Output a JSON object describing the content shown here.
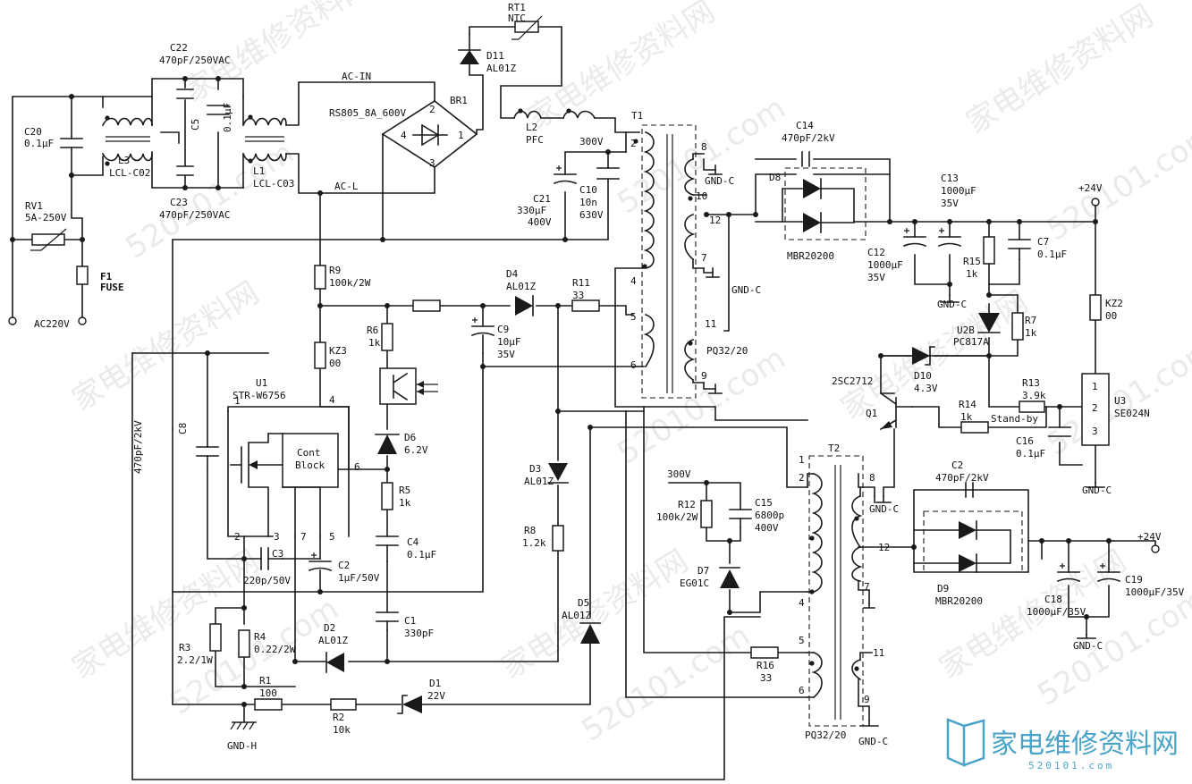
{
  "watermark": "家电维修资料网",
  "watermark_url": "520101.com",
  "brand": {
    "name": "家电维修资料网",
    "url": "520101.com",
    "accent_color": "#4aa3c8"
  },
  "labels": {
    "c20": "C20",
    "c20_val": "0.1μF",
    "c22": "C22",
    "c22_val": "470pF/250VAC",
    "c5": "C5",
    "c5_val": "0.1μF",
    "l3": "L3",
    "l3_val": "LCL-C02",
    "l1": "L1",
    "l1_val": "LCL-C03",
    "c23": "C23",
    "c23_val": "470pF/250VAC",
    "rv1": "RV1",
    "rv1_val": "5A-250V",
    "f1": "F1",
    "f1_val": "FUSE",
    "ac220v": "AC220V",
    "ac_in": "AC-IN",
    "ac_l": "AC-L",
    "br1": "BR1",
    "br1_val": "RS805_8A_600V",
    "br_pin1": "1",
    "br_pin2": "2",
    "br_pin3": "3",
    "br_pin4": "4",
    "rt1": "RT1",
    "rt1_val": "NTC",
    "d11": "D11",
    "d11_val": "AL01Z",
    "l2": "L2",
    "l2_val": "PFC",
    "v300": "300V",
    "c21": "C21",
    "c21_val1": "330μF",
    "c21_val2": "400V",
    "c10": "C10",
    "c10_val1": "10n",
    "c10_val2": "630V",
    "t1": "T1",
    "t1_p2": "2",
    "t1_p4": "4",
    "t1_p5": "5",
    "t1_p6": "6",
    "t1_p7": "7",
    "t1_p8": "8",
    "t1_p9": "9",
    "t1_p10": "10",
    "t1_p11": "11",
    "t1_p12": "12",
    "gnd_c": "GND-C",
    "pq3220": "PQ32/20",
    "c14": "C14",
    "c14_val": "470pF/2kV",
    "d8": "D8",
    "d8_val": "MBR20200",
    "c13": "C13",
    "c13_val1": "1000μF",
    "c13_val2": "35V",
    "plus24v": "+24V",
    "c12": "C12",
    "c12_val1": "1000μF",
    "c12_val2": "35V",
    "r15": "R15",
    "r15_val": "1k",
    "c7": "C7",
    "c7_val": "0.1μF",
    "kz2": "KZ2",
    "kz2_val": "00",
    "u2b": "U2B",
    "u2b_val": "PC817A",
    "r7": "R7",
    "r7_val": "1k",
    "d10": "D10",
    "d10_val": "4.3V",
    "q1_type": "2SC2712",
    "q1": "Q1",
    "r13": "R13",
    "r13_val": "3.9k",
    "r14": "R14",
    "r14_val": "1k",
    "standby": "Stand-by",
    "c16": "C16",
    "c16_val": "0.1μF",
    "u3": "U3",
    "u3_val": "SE024N",
    "u3_p1": "1",
    "u3_p2": "2",
    "u3_p3": "3",
    "r9": "R9",
    "r9_val": "100k/2W",
    "kz3": "KZ3",
    "kz3_val": "00",
    "u1": "U1",
    "u1_val": "STR-W6756",
    "cont_block_1": "Cont",
    "cont_block_2": "Block",
    "u1_p1": "1",
    "u1_p2": "2",
    "u1_p3": "3",
    "u1_p4": "4",
    "u1_p5": "5",
    "u1_p6": "6",
    "u1_p7": "7",
    "c8": "C8",
    "c8_val": "470pF/2kV",
    "r6": "R6",
    "r6_val": "1k",
    "d6": "D6",
    "d6_val": "6.2V",
    "r5": "R5",
    "r5_val": "1k",
    "c4": "C4",
    "c4_val": "0.1μF",
    "c3": "C3",
    "c3_val": "220p/50V",
    "c2a": "C2",
    "c2a_val": "1μF/50V",
    "c1": "C1",
    "c1_val": "330pF",
    "d4": "D4",
    "d4_val": "AL01Z",
    "r11": "R11",
    "r11_val": "33",
    "c9": "C9",
    "c9_val1": "10μF",
    "c9_val2": "35V",
    "d3": "D3",
    "d3_val": "AL01Z",
    "r8": "R8",
    "r8_val": "1.2k",
    "d5": "D5",
    "d5_val": "AL01Z",
    "d2": "D2",
    "d2_val": "AL01Z",
    "d1": "D1",
    "d1_val": "22V",
    "r3": "R3",
    "r3_val": "2.2/1W",
    "r4": "R4",
    "r4_val": "0.22/2W",
    "r1": "R1",
    "r1_val": "100",
    "r2": "R2",
    "r2_val": "10k",
    "gnd_h": "GND-H",
    "r12": "R12",
    "r12_val": "100k/2W",
    "c15": "C15",
    "c15_val1": "6800p",
    "c15_val2": "400V",
    "d7": "D7",
    "d7_val": "EG01C",
    "r16": "R16",
    "r16_val": "33",
    "t2": "T2",
    "t2_p1": "1",
    "t2_p2": "2",
    "t2_p4": "4",
    "t2_p5": "5",
    "t2_p6": "6",
    "t2_p7": "7",
    "t2_p8": "8",
    "t2_p9": "9",
    "t2_p11": "11",
    "t2_p12": "12",
    "c2b": "C2",
    "c2b_val": "470pF/2kV",
    "d9": "D9",
    "d9_val": "MBR20200",
    "c18": "C18",
    "c18_val": "1000μF/35V",
    "c19": "C19",
    "c19_val": "1000μF/35V"
  }
}
